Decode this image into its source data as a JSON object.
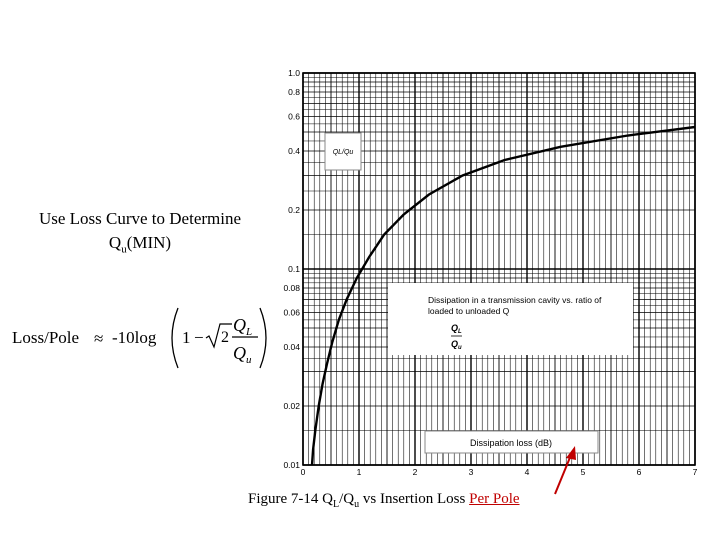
{
  "left_panel": {
    "title_line1": "Use Loss Curve to Determine",
    "title_line2_main": "Q",
    "title_line2_sub": "u",
    "title_line2_rest": "(MIN)",
    "formula": {
      "lhs": "Loss/Pole",
      "approx": "≈",
      "coef": "-10log",
      "one": "1",
      "minus": "−",
      "sqrt_num": "2",
      "num_main": "Q",
      "num_sub": "L",
      "den_main": "Q",
      "den_sub": "u"
    }
  },
  "caption": {
    "prefix": "Figure  7-14   Q",
    "sub1": "L",
    "mid1": "/Q",
    "sub2": "u",
    "mid2": " vs Insertion Loss ",
    "highlight": "Per Pole",
    "arrow_color": "#c00000"
  },
  "chart_data": {
    "type": "line",
    "title": "Dissipation in a transmission cavity vs. ratio of loaded to unloaded Q",
    "legend_box_label": "QL/Qu",
    "inset_ratio": {
      "num_main": "Q",
      "num_sub": "L",
      "den_main": "Q",
      "den_sub": "u"
    },
    "xlabel": "Dissipation loss (dB)",
    "ylabel": "QL/Qu",
    "xlim": [
      0,
      7
    ],
    "ylim": [
      0.01,
      1.0
    ],
    "yscale": "log",
    "xticks": [
      "0",
      "1",
      "2",
      "3",
      "4",
      "5",
      "6",
      "7"
    ],
    "yticks": [
      {
        "value": 1.0,
        "label": "1.0"
      },
      {
        "value": 0.8,
        "label": "0.8"
      },
      {
        "value": 0.6,
        "label": "0.6"
      },
      {
        "value": 0.4,
        "label": "0.4"
      },
      {
        "value": 0.2,
        "label": "0.2"
      },
      {
        "value": 0.1,
        "label": "0.1"
      },
      {
        "value": 0.08,
        "label": "0.08"
      },
      {
        "value": 0.06,
        "label": "0.06"
      },
      {
        "value": 0.04,
        "label": "0.04"
      },
      {
        "value": 0.02,
        "label": "0.02"
      },
      {
        "value": 0.01,
        "label": "0.01"
      }
    ],
    "grid": true,
    "series": [
      {
        "name": "",
        "color": "#000000",
        "x": [
          0.18,
          0.22,
          0.28,
          0.35,
          0.43,
          0.52,
          0.64,
          0.78,
          0.96,
          1.18,
          1.45,
          1.8,
          2.25,
          2.85,
          3.6,
          4.6,
          5.8,
          7.0
        ],
        "y": [
          0.012,
          0.015,
          0.02,
          0.026,
          0.033,
          0.042,
          0.055,
          0.07,
          0.09,
          0.115,
          0.15,
          0.19,
          0.24,
          0.3,
          0.36,
          0.42,
          0.48,
          0.53
        ]
      }
    ]
  }
}
